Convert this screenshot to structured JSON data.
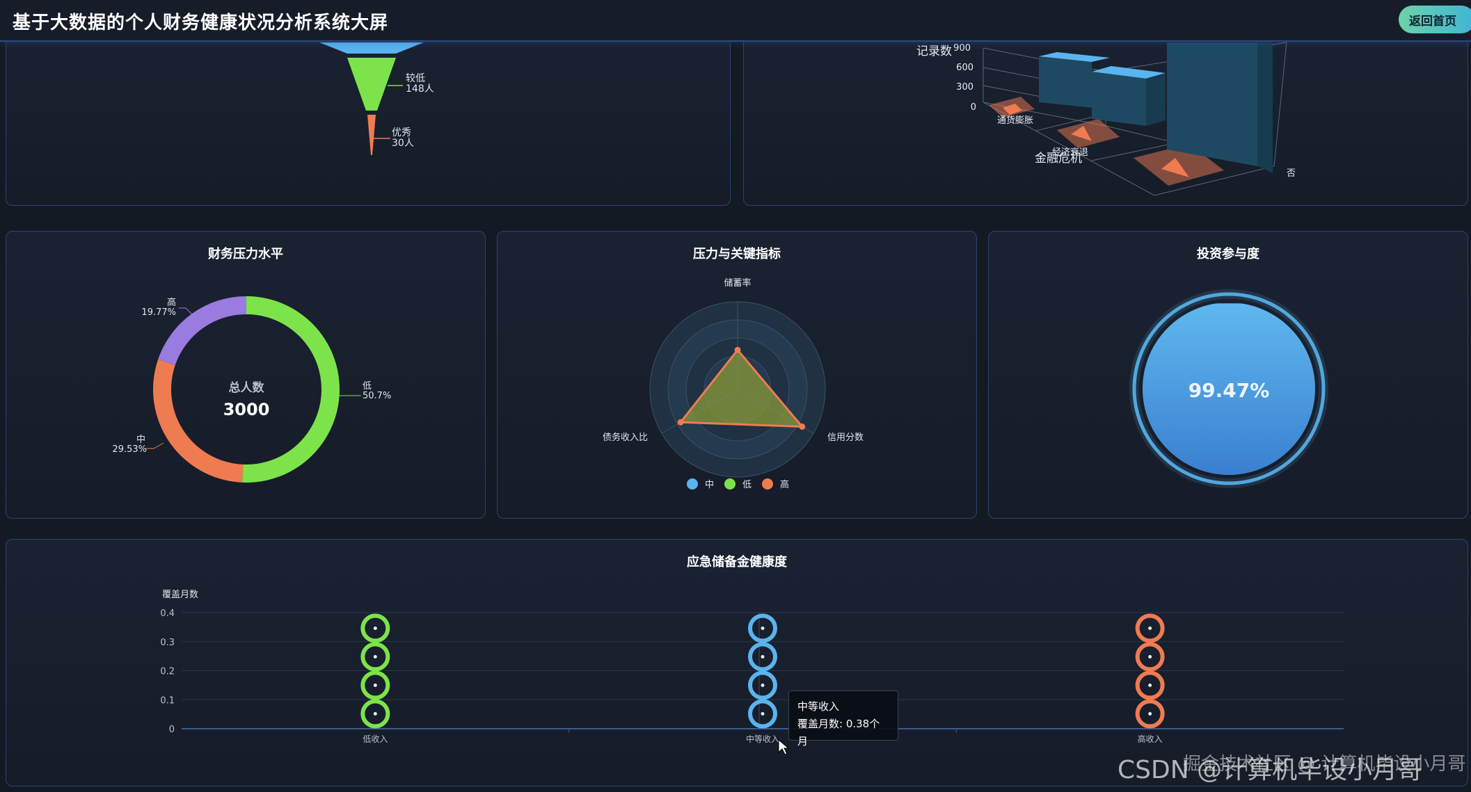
{
  "app": {
    "title": "基于大数据的个人财务健康状况分析系统大屏",
    "home_button": "返回首页"
  },
  "funnel": {
    "segments": [
      {
        "label": "较低",
        "value": "148人",
        "color": "#7de34a"
      },
      {
        "label": "优秀",
        "value": "30人",
        "color": "#ef7b51"
      }
    ]
  },
  "bar3d": {
    "y_axis_label": "记录数",
    "y_ticks": [
      "900",
      "600",
      "300",
      "0"
    ],
    "x_labels": [
      "通货膨胀",
      "经济衰退",
      "金融危机"
    ],
    "depth_label": "否"
  },
  "pressure": {
    "title": "财务压力水平",
    "center_label": "总人数",
    "center_value": "3000",
    "chart_data": {
      "type": "pie",
      "variant": "donut",
      "categories": [
        "低",
        "中",
        "高"
      ],
      "values": [
        50.7,
        29.53,
        19.77
      ],
      "labels": [
        "50.7%",
        "29.53%",
        "19.77%"
      ],
      "colors": [
        "#7de34a",
        "#ef7b51",
        "#9a7be0"
      ]
    }
  },
  "radar": {
    "title": "压力与关键指标",
    "chart_data": {
      "type": "radar",
      "indicators": [
        "储蓄率",
        "信用分数",
        "债务收入比"
      ],
      "series": [
        {
          "name": "中",
          "color": "#5ab4ee"
        },
        {
          "name": "低",
          "color": "#7de34a"
        },
        {
          "name": "高",
          "color": "#ef7b51",
          "values": [
            0.45,
            0.85,
            0.75
          ]
        }
      ]
    }
  },
  "invest": {
    "title": "投资参与度",
    "value": "99.47%",
    "fraction": 0.9947
  },
  "emergency": {
    "title": "应急储备金健康度",
    "tooltip": {
      "category": "中等收入",
      "text": "覆盖月数: 0.38个月"
    },
    "chart_data": {
      "type": "bar",
      "variant": "pictorial",
      "ylabel": "覆盖月数",
      "ylim": [
        0,
        0.4
      ],
      "yticks": [
        "0",
        "0.1",
        "0.2",
        "0.3",
        "0.4"
      ],
      "categories": [
        "低收入",
        "中等收入",
        "高收入"
      ],
      "values": [
        0.37,
        0.38,
        0.37
      ],
      "colors": [
        "#7de34a",
        "#5ab4ee",
        "#ef7b51"
      ]
    }
  },
  "watermark": {
    "main": "CSDN @计算机毕设小月哥",
    "sub": "掘金技术社区 @ 计算机毕设小月哥"
  }
}
